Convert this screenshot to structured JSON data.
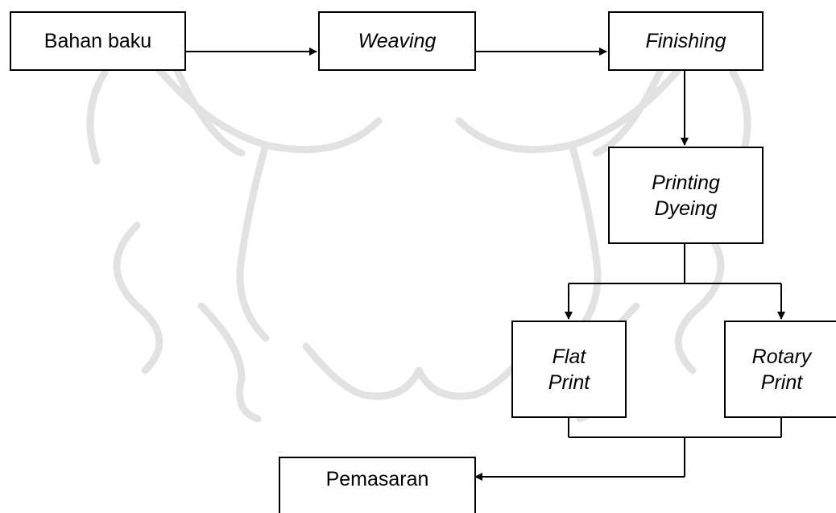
{
  "diagram": {
    "nodes": {
      "bahan_baku": "Bahan baku",
      "weaving": "Weaving",
      "finishing": "Finishing",
      "printing_dyeing": [
        "Printing",
        "Dyeing"
      ],
      "flat_print": [
        "Flat",
        "Print"
      ],
      "rotary_print": [
        "Rotary",
        "Print"
      ],
      "pemasaran": "Pemasaran"
    },
    "colors": {
      "line": "#000000",
      "box_border": "#000000",
      "watermark": "#dcdcdc"
    }
  }
}
